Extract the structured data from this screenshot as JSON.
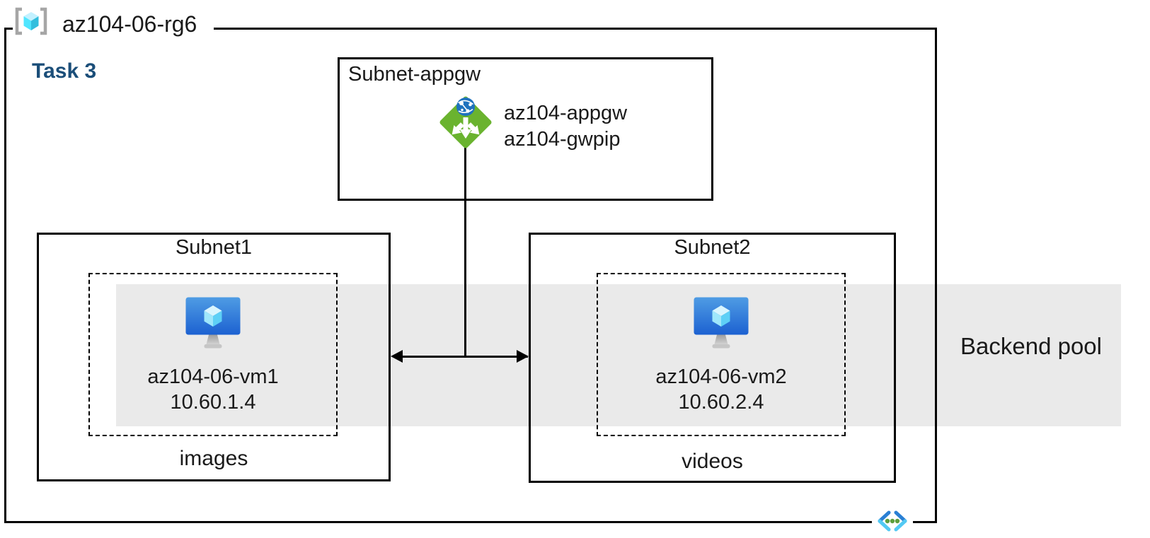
{
  "resource_group": {
    "name": "az104-06-rg6"
  },
  "task_label": "Task 3",
  "appgw_subnet": {
    "title": "Subnet-appgw",
    "gateway_name": "az104-appgw",
    "gateway_public_ip": "az104-gwpip"
  },
  "subnet1": {
    "title": "Subnet1",
    "vm_name": "az104-06-vm1",
    "vm_ip": "10.60.1.4",
    "storage_label": "images"
  },
  "subnet2": {
    "title": "Subnet2",
    "vm_name": "az104-06-vm2",
    "vm_ip": "10.60.2.4",
    "storage_label": "videos"
  },
  "backend_pool": {
    "label": "Backend pool"
  },
  "icons": {
    "resource_group": "resource-group-icon",
    "application_gateway": "application-gateway-icon",
    "virtual_machine": "virtual-machine-icon",
    "virtual_network": "virtual-network-icon"
  },
  "colors": {
    "backend_pool_band": "#eaeaea",
    "task_label_blue": "#1b4e79",
    "appgw_green": "#6ab32f",
    "globe_blue": "#1f72be",
    "vm_screen_top": "#4f9ce4",
    "vm_screen_bottom": "#1c61d1",
    "vm_cube_top": "#d9f5fe",
    "rg_cube_left": "#50e6ff",
    "rg_cube_right": "#32bedd",
    "rg_bracket_gray": "#a6a6a6",
    "vnet_dark_blue": "#2a7fd4",
    "vnet_light_blue": "#53c9f3",
    "vnet_dot_green": "#5d9e3d",
    "line_black": "#000000"
  }
}
